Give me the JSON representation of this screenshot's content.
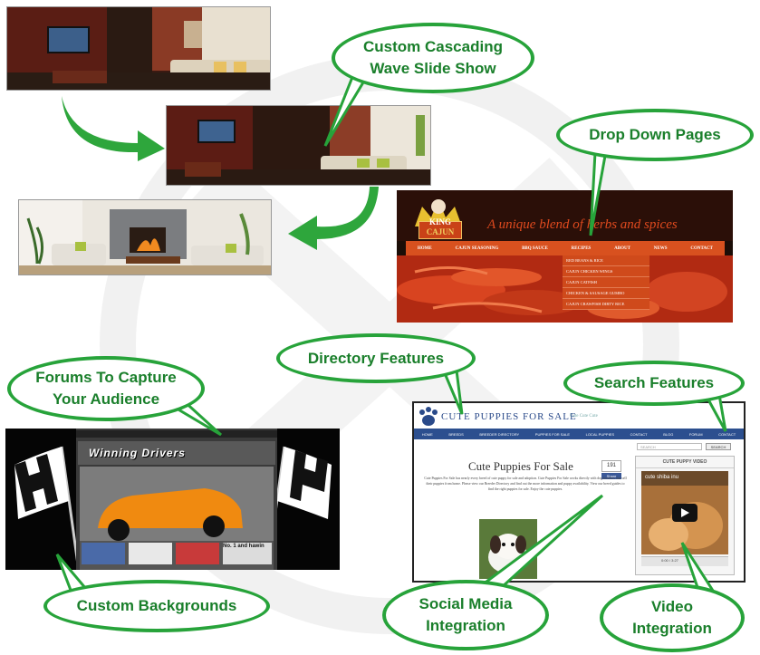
{
  "callouts": {
    "slideshow": "Custom Cascading\nWave Slide Show",
    "dropdown": "Drop Down Pages",
    "forums": "Forums To Capture\nYour Audience",
    "directory": "Directory Features",
    "search": "Search Features",
    "backgrounds": "Custom Backgrounds",
    "social": "Social Media\nIntegration",
    "video": "Video\nIntegration"
  },
  "cajun": {
    "logo_top": "KING",
    "logo_bottom": "CAJUN",
    "tagline": "A unique blend of herbs and spices",
    "nav": [
      "HOME",
      "CAJUN SEASONING",
      "BBQ SAUCE",
      "RECIPES",
      "ABOUT",
      "NEWS",
      "CONTACT"
    ],
    "dropdown": [
      "RED BEANS & RICE",
      "CAJUN CHICKEN WINGS",
      "CAJUN CATFISH",
      "CHICKEN & SAUSAGE GUMBO",
      "CAJUN CRAWFISH DIRTY RICE"
    ]
  },
  "racing": {
    "banner": "Winning Drivers",
    "thumb_caption": "No. 1 and hawin"
  },
  "puppies": {
    "site_title": "CUTE PUPPIES FOR SALE",
    "site_sub": "Cute Cute Cute",
    "nav": [
      "HOME",
      "BREEDS",
      "BREEDER DIRECTORY",
      "PUPPIES FOR SALE",
      "LOCAL PUPPIES",
      "CONTACT",
      "BLOG",
      "FORUM",
      "CONTACT"
    ],
    "search_placeholder": "SEARCH",
    "search_button": "SEARCH",
    "heading": "Cute Puppies For Sale",
    "fb_count": "191",
    "fb_label": "Share",
    "body": "Cute Puppies For Sale has nearly every breed of cute puppy for sale and adoption. Cute Puppies For Sale works directly with dog breeders that sell their puppies from home. Please view our Breeder Directory and find out the more information and puppy availability. View our breed guides to find the right puppies for sale. Enjoy the cute puppies.",
    "video_header": "CUTE PUPPY VIDEO",
    "video_title": "cute shiba inu",
    "video_time": "0:00 / 3:27"
  }
}
